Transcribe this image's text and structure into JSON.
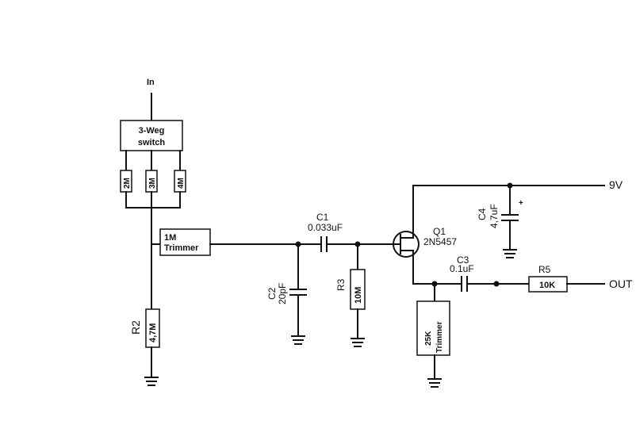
{
  "input": {
    "label": "In"
  },
  "switch": {
    "line1": "3-Weg",
    "line2": "switch"
  },
  "switch_resistors": [
    "2M",
    "3M",
    "4M"
  ],
  "trimmer_1m": {
    "line1": "1M",
    "line2": "Trimmer"
  },
  "r2": {
    "ref": "R2",
    "value": "4,7M"
  },
  "c1": {
    "ref": "C1",
    "value": "0.033uF"
  },
  "c2": {
    "ref": "C2",
    "value": "20pF"
  },
  "r3": {
    "ref": "R3",
    "value": "10M"
  },
  "q1": {
    "ref": "Q1",
    "part": "2N5457"
  },
  "c4": {
    "ref": "C4",
    "value": "4,7uF",
    "polarity": "+"
  },
  "supply": {
    "label": "9V"
  },
  "c3": {
    "ref": "C3",
    "value": "0.1uF"
  },
  "r5": {
    "ref": "R5",
    "value": "10K"
  },
  "output": {
    "label": "OUT"
  },
  "trimmer_25k": {
    "line1": "25K",
    "line2": "Trimmer"
  }
}
